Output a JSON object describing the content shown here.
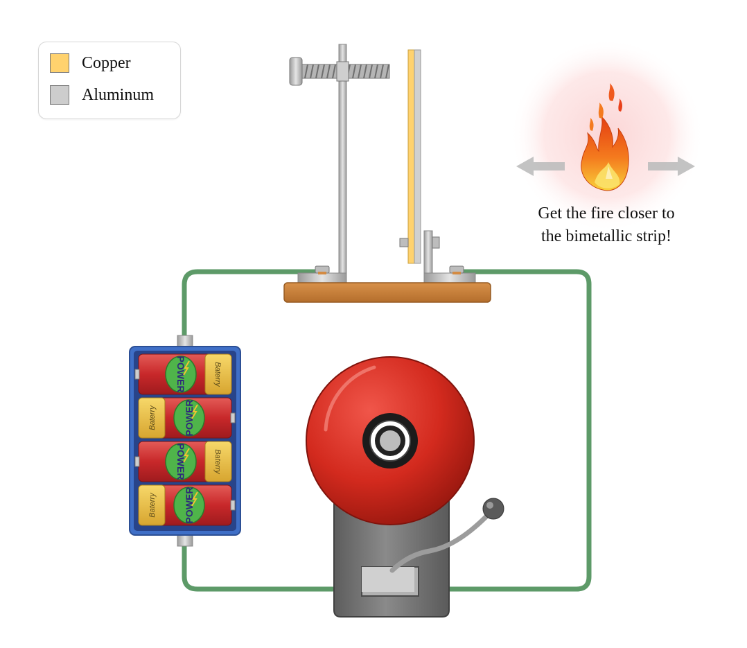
{
  "legend": {
    "items": [
      {
        "label": "Copper",
        "color": "#ffd26e"
      },
      {
        "label": "Aluminum",
        "color": "#cdcdcd"
      }
    ]
  },
  "hint": {
    "line1": "Get the fire closer to",
    "line2": "the bimetallic strip!"
  },
  "battery": {
    "cell_brand": "POWER",
    "cell_text": "Baterry",
    "cell_count": 4
  },
  "colors": {
    "wire": "#5d9a68",
    "base_board": "#c27a33",
    "bell": "#d32a1e",
    "battery_case": "#3f6fc7"
  }
}
